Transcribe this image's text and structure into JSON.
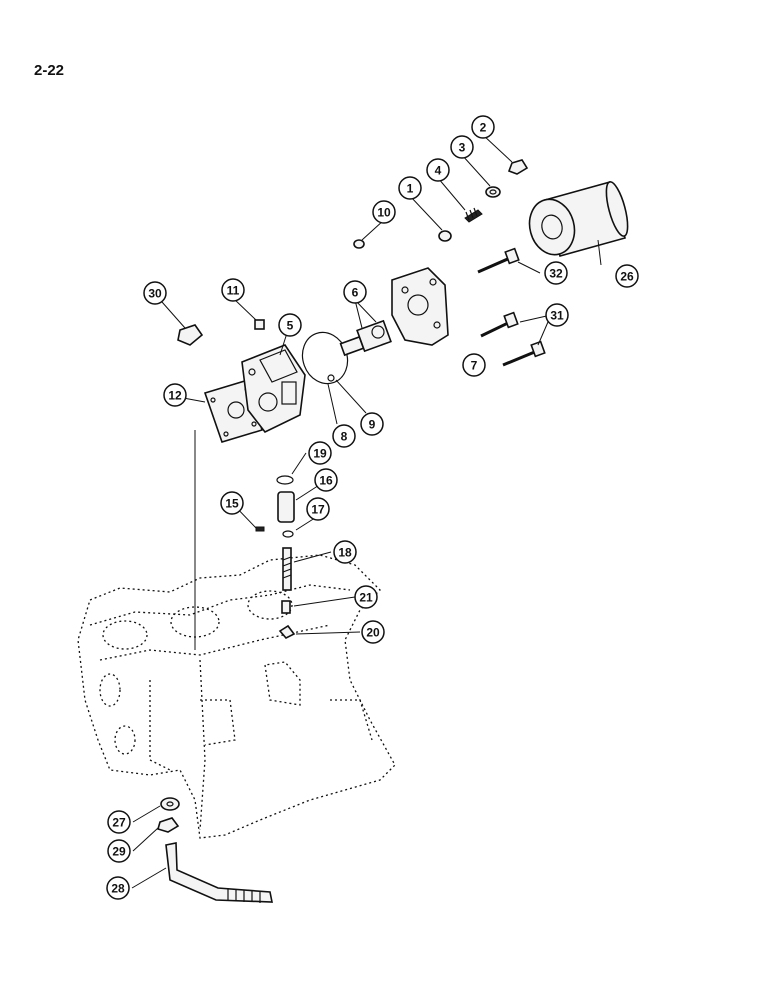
{
  "page": {
    "number": "2-22"
  },
  "callouts": [
    "1",
    "2",
    "3",
    "4",
    "5",
    "6",
    "7",
    "8",
    "9",
    "10",
    "11",
    "12",
    "15",
    "16",
    "17",
    "18",
    "19",
    "20",
    "21",
    "26",
    "27",
    "28",
    "29",
    "30",
    "31",
    "32"
  ]
}
